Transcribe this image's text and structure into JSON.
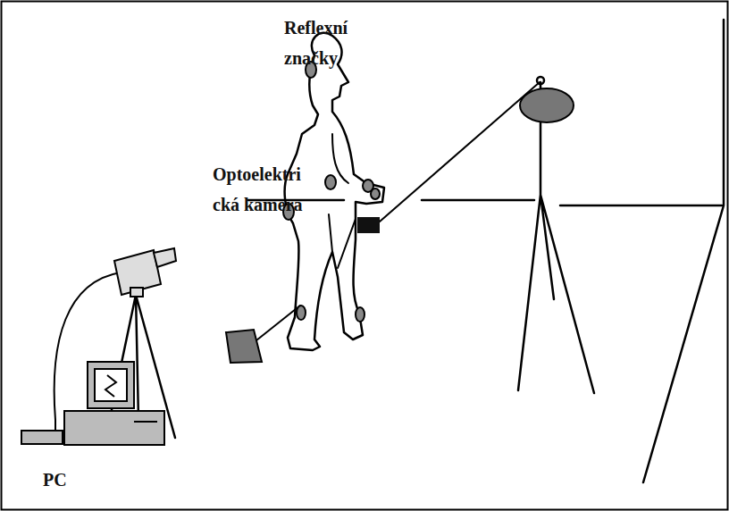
{
  "diagram": {
    "labels": [
      "Reflexní značky",
      "Optoelektri cká kamera",
      "PC"
    ]
  }
}
